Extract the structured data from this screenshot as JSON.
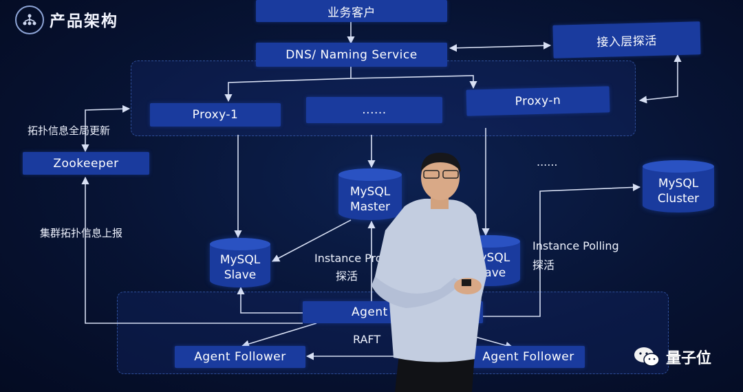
{
  "header": {
    "title": "产品架构",
    "logo_icon": "hierarchy-icon"
  },
  "nodes": {
    "business_client": "业务客户",
    "dns": "DNS/ Naming  Service",
    "access_probe": "接入层探活",
    "proxy1": "Proxy-1",
    "proxy_dots": "......",
    "proxyn": "Proxy-n",
    "zookeeper": "Zookeeper",
    "mysql_master": [
      "MySQL",
      "Master"
    ],
    "mysql_slave_left": [
      "MySQL",
      "Slave"
    ],
    "mysql_slave_right": [
      "MySQL",
      "Slave"
    ],
    "mysql_cluster": [
      "MySQL",
      "Cluster"
    ],
    "cluster_dots": "......",
    "agent_leader": "Agent  Leader",
    "agent_follower_left": "Agent  Follower",
    "agent_follower_right": "Agent  Follower",
    "raft": "RAFT"
  },
  "labels": {
    "topology_update": "拓扑信息全局更新",
    "topology_report": "集群拓扑信息上报",
    "instance_probe": "Instance Probe",
    "probe_cn": "探活",
    "instance_polling": "Instance Polling",
    "polling_cn": "探活"
  },
  "watermark": {
    "text": "量子位",
    "icon": "wechat-icon"
  },
  "colors": {
    "box": "#1a3b9e",
    "background": "#071333",
    "arrow": "#d8e0f4"
  }
}
